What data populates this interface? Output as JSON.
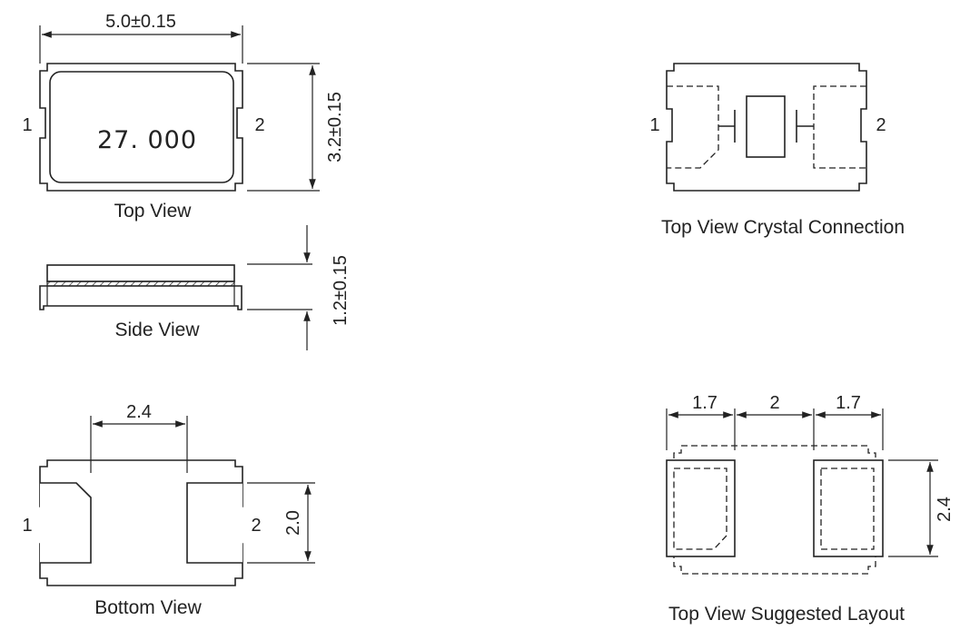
{
  "top_view": {
    "title": "Top View",
    "marking": "27. 000",
    "pin_left": "1",
    "pin_right": "2",
    "dim_width": "5.0±0.15",
    "dim_height": "3.2±0.15"
  },
  "side_view": {
    "title": "Side View",
    "dim_height": "1.2±0.15"
  },
  "bottom_view": {
    "title": "Bottom View",
    "pin_left": "1",
    "pin_right": "2",
    "dim_pad_gap": "2.4",
    "dim_pad_height": "2.0"
  },
  "crystal_connection": {
    "title": "Top View Crystal Connection",
    "pin_left": "1",
    "pin_right": "2"
  },
  "suggested_layout": {
    "title": "Top View Suggested Layout",
    "dim_left": "1.7",
    "dim_mid": "2",
    "dim_right": "1.7",
    "dim_height": "2.4"
  }
}
